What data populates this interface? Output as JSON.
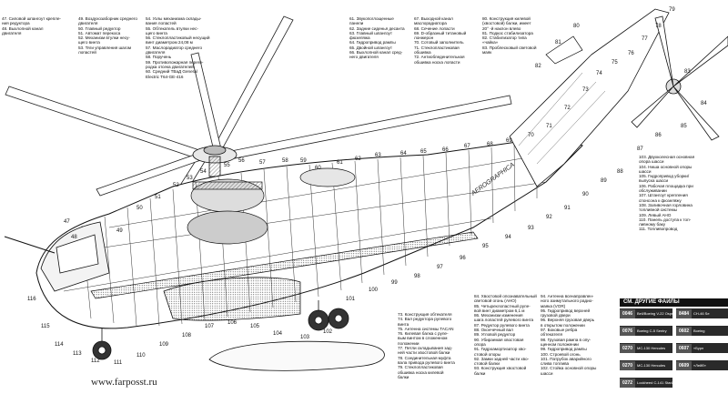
{
  "watermark": "www.farposst.ru",
  "legend_top_1": [
    "47. Силовой шпангоут крепле-",
    "ния редуктора",
    "48. Выхлопной канал",
    "двигателя",
    "",
    "",
    "",
    "",
    "",
    "",
    "",
    "",
    "",
    "",
    "",
    "",
    "",
    "",
    "",
    "",
    "",
    "",
    "",
    ""
  ],
  "legend_top_2": [
    "49. Воздухозаборник среднего",
    "двигателя",
    "50. Главный редуктор",
    "51. Автомат перекоса",
    "52. Механизм втулки несу-",
    "щего винта",
    "53. Тяги управления шагом",
    "лопастей"
  ],
  "legend_top_3": [
    "54. Узлы механизма склады-",
    "вания лопастей",
    "55. Обтекатель втулки нес-",
    "щего винта",
    "56. Стеклопластиковый несущий",
    "винт диаметром 24,08 м",
    "57. Маслорадиатор среднего",
    "двигателя",
    "58. Поручень",
    "59. Противопожарная перего-",
    "родка отсека двигателей",
    "60. Средний ТВаД General",
    "Electric T64-GE-416"
  ],
  "legend_top_4": [
    "61. Звукопоглощенные",
    "панели",
    "62. Задние сиденья десанта",
    "63. Главный шпангоут",
    "фюзеляжа",
    "64. Гидропривод рампы",
    "65. Двойной шпангоут",
    "66. Выхлопной канал сред-",
    "него двигателя"
  ],
  "legend_top_5": [
    "67. Выходной канал",
    "маслорадиатора",
    "68. Сечение лопасти",
    "69. D-образный титановый",
    "лонжерон",
    "70. Сотовый заполнитель",
    "71. Стеклопластиковая",
    "обшивка",
    "72. Антиобледенительная",
    "обшивка носка лопасти"
  ],
  "legend_top_6": [
    "80. Конструкция килевой",
    "(хвостовой) балки, имеет",
    "20° -й наклон влево",
    "81. Подкос стабилизатора",
    "82. Стабилизатор типа",
    "«чайка»",
    "83. Проблесковый световой",
    "маяк"
  ],
  "legend_bottom_1": [
    "73. Конструкция обтекателя",
    "74. Вал редуктора рулевого",
    "винта",
    "75. Антенна системы TACAN",
    "76. Килевая балка с руле-",
    "вым винтом в сложенном",
    "положении",
    "77. Петли складывания зад-",
    "ней части хвостовой балки",
    "78. Соединительная муфта",
    "вала привода рулевого винта",
    "79. Стеклопластиковая",
    "обшивка носка килевой",
    "балки"
  ],
  "legend_bottom_2": [
    "84. Хвостовой опознавательный",
    "световой огонь (АНО)",
    "85. Четырехлопастный руле-",
    "вой винт диаметром 6,1 м",
    "86. Механизм изменения",
    "шага лопастей рулевого винта",
    "87. Редуктор рулевого винта",
    "88. Окончечный вал",
    "89. Угловой редуктор",
    "90. Убираемая хвостовая",
    "опора",
    "91. Гидроамортизатор хво-",
    "стовой опоры",
    "92. Замки задней части хво-",
    "стовой балки",
    "93. Конструкция хвостовой",
    "балки"
  ],
  "legend_bottom_3": [
    "94. Антенна всенаправлен-",
    "ного азимутального радио-",
    "маяка (VOR)",
    "95. Гидропривод верхней",
    "грузовой двери",
    "96. Верхняя грузовая дверь",
    "в открытом положении",
    "97. Боковые ребра",
    "обтекателя",
    "98. Грузовая рампа в опу-",
    "щенном положении",
    "99. Гидропривод рампы",
    "100. Строевой огонь",
    "101. Патрубок аварийного",
    "слива топлива",
    "102. Стойка основной опоры",
    "шасси"
  ],
  "legend_right": [
    "103. Двухколесная основная",
    "опора шасси",
    "104. Ниша основной опоры",
    "шасси",
    "105. Гидропривод уборки/",
    "выпуска шасси",
    "106. Рабочая площадка при",
    "обслуживании",
    "107. Штангоут крепления",
    "спонсона к фюзеляжу",
    "108. Заливочная горловина",
    "топливной системы",
    "109. Левый АНО",
    "110. Панель доступа к топ-",
    "ливному баку",
    "111. Топливопровод"
  ],
  "files": {
    "header": "СМ. ДРУГИЕ ФАЙЛЫ",
    "left": [
      {
        "code": "0046",
        "label": "Bell/Boeing V-22 Osprey"
      },
      {
        "code": "0076",
        "label": "Boeing C-5 Sentry"
      },
      {
        "code": "0270",
        "label": "MC-130 Hercules"
      },
      {
        "code": "0270",
        "label": "MC-130 Hercules"
      },
      {
        "code": "0272",
        "label": "Lockheed C-141 StarLifter"
      }
    ],
    "right": [
      {
        "code": "8484",
        "label": "CH-46 Se"
      },
      {
        "code": "0602",
        "label": "Boeing"
      },
      {
        "code": "0607",
        "label": "«Бурл"
      },
      {
        "code": "0609",
        "label": "«Лейб»"
      },
      {
        "code": "",
        "label": ""
      }
    ]
  },
  "callouts": [
    "47",
    "48",
    "49",
    "50",
    "51",
    "52",
    "53",
    "54",
    "55",
    "56",
    "57",
    "58",
    "59",
    "60",
    "61",
    "62",
    "63",
    "64",
    "65",
    "66",
    "67",
    "68",
    "69",
    "70",
    "71",
    "72",
    "73",
    "74",
    "75",
    "76",
    "77",
    "78",
    "79",
    "80",
    "81",
    "82",
    "83",
    "84",
    "85",
    "86",
    "87",
    "88",
    "89",
    "90",
    "91",
    "92",
    "93",
    "94",
    "95",
    "96",
    "97",
    "98",
    "99",
    "100",
    "101",
    "102",
    "103",
    "104",
    "105",
    "106",
    "107",
    "108",
    "109",
    "110",
    "111",
    "112",
    "113",
    "114",
    "115",
    "116"
  ],
  "brand_mark": "AEROGRAPHICA"
}
